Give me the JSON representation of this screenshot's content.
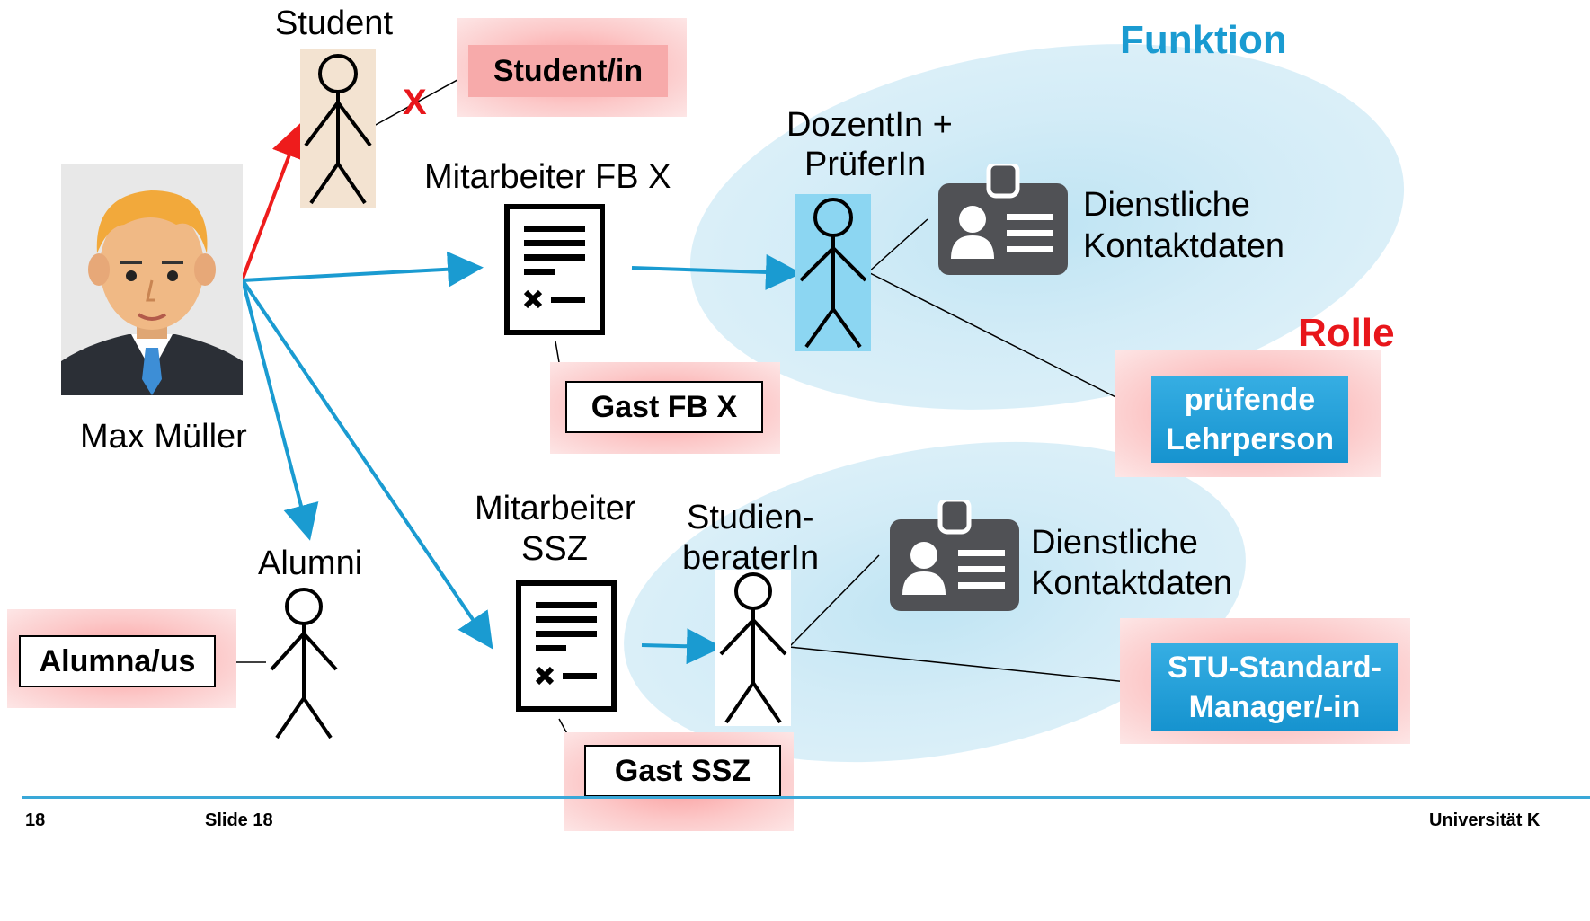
{
  "person": {
    "name": "Max Müller"
  },
  "headings": {
    "funktion": "Funktion",
    "rolle": "Rolle"
  },
  "nodes": {
    "student": "Student",
    "mitarbeiter_fb": "Mitarbeiter FB X",
    "mitarbeiter_ssz_1": "Mitarbeiter",
    "mitarbeiter_ssz_2": "SSZ",
    "alumni": "Alumni",
    "dozent_1": "DozentIn +",
    "dozent_2": "PrüferIn",
    "berater_1": "Studien-",
    "berater_2": "beraterIn",
    "kontakt_1a": "Dienstliche",
    "kontakt_1b": "Kontaktdaten",
    "kontakt_2a": "Dienstliche",
    "kontakt_2b": "Kontaktdaten"
  },
  "roles": {
    "student_in": "Student/in",
    "gast_fb": "Gast FB X",
    "gast_ssz": "Gast SSZ",
    "alumna": "Alumna/us",
    "pruefende_1": "prüfende",
    "pruefende_2": "Lehrperson",
    "stu_1": "STU-Standard-",
    "stu_2": "Manager/-in"
  },
  "cross_mark": "X",
  "footer": {
    "page": "18",
    "slide": "Slide 18",
    "university": "Universität K"
  },
  "colors": {
    "red_arrow": "#ee1c1c",
    "blue_arrow": "#1a9bd1",
    "red_text": "#e8161b",
    "blue_text": "#1a9bd1"
  }
}
